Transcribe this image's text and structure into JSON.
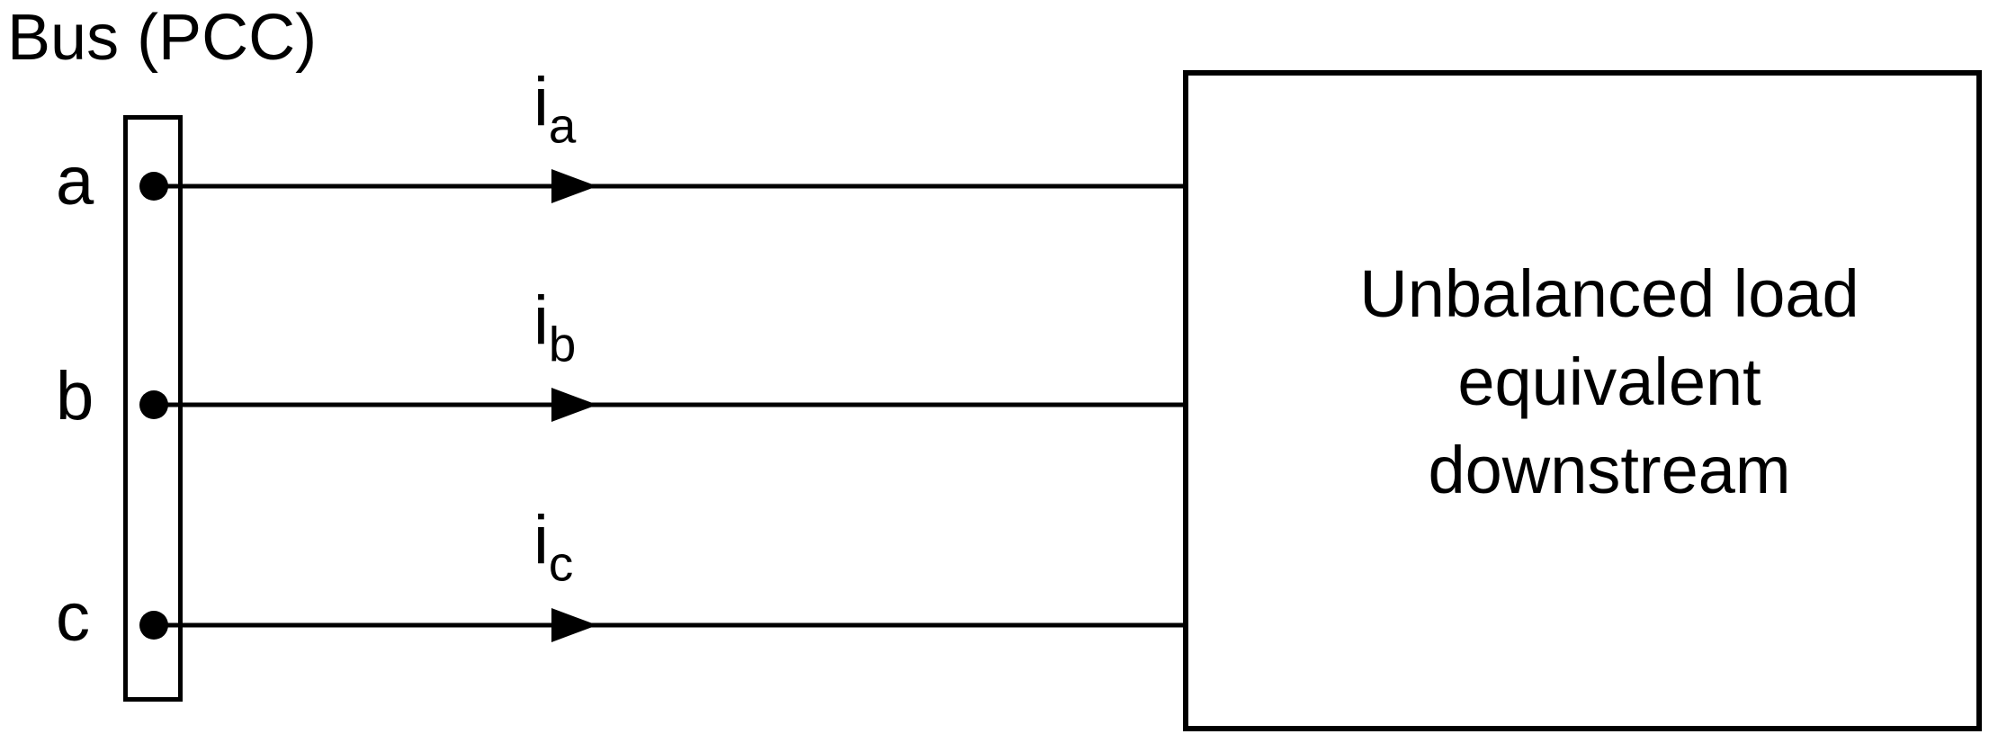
{
  "diagram": {
    "title": "Bus (PCC)",
    "phases": [
      {
        "label": "a",
        "current_symbol": "i",
        "current_subscript": "a"
      },
      {
        "label": "b",
        "current_symbol": "i",
        "current_subscript": "b"
      },
      {
        "label": "c",
        "current_symbol": "i",
        "current_subscript": "c"
      }
    ],
    "load_box": {
      "line1": "Unbalanced load",
      "line2": "equivalent",
      "line3": "downstream"
    },
    "colors": {
      "ink": "#000000",
      "background": "#ffffff"
    }
  }
}
